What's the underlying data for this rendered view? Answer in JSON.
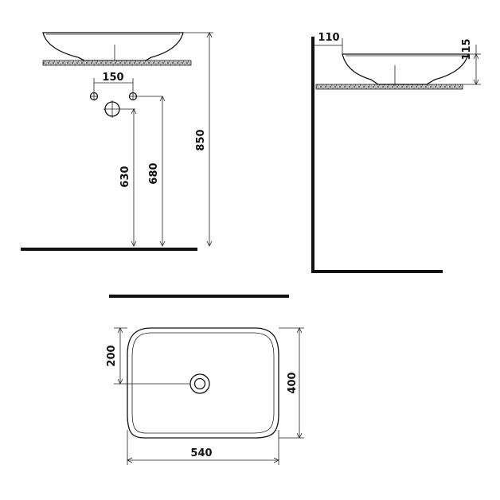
{
  "dimensions": {
    "pipe_spacing": "150",
    "drain_height": "630",
    "supply_height": "680",
    "basin_top_height": "850",
    "wall_offset": "110",
    "basin_depth": "115",
    "drain_offset": "200",
    "basin_depth_plan": "400",
    "basin_width": "540"
  }
}
